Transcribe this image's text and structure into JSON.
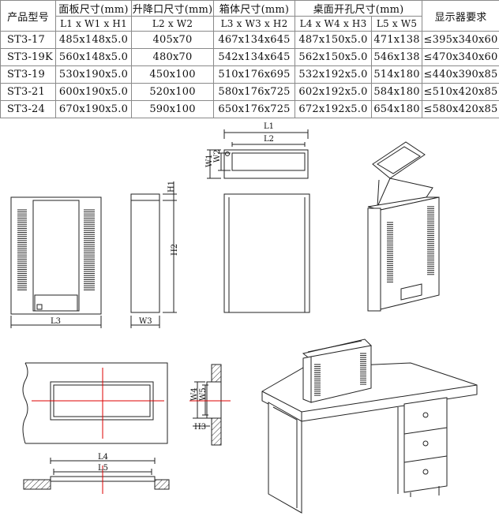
{
  "table": {
    "header_row1": {
      "product_model": "产品型号",
      "panel_size": "面板尺寸(mm)",
      "lift_opening_size": "升降口尺寸(mm)",
      "box_size": "箱体尺寸(mm)",
      "desk_hole_size": "桌面开孔尺寸(mm)",
      "display_requirement": "显示器要求"
    },
    "header_row2": {
      "panel_size": "L1 x W1 x H1",
      "lift_opening_size": "L2 x W2",
      "box_size": "L3 x W3 x H2",
      "desk_hole_size_a": "L4 x W4 x H3",
      "desk_hole_size_b": "L5 x W5"
    },
    "rows": [
      {
        "model": "ST3-17",
        "panel": "485x148x5.0",
        "opening": "405x70",
        "box": "467x134x645",
        "hole_a": "487x150x5.0",
        "hole_b": "471x138",
        "display": "≤395x340x60"
      },
      {
        "model": "ST3-19K",
        "panel": "560x148x5.0",
        "opening": "480x70",
        "box": "542x134x645",
        "hole_a": "562x150x5.0",
        "hole_b": "546x138",
        "display": "≤470x340x60"
      },
      {
        "model": "ST3-19",
        "panel": "530x190x5.0",
        "opening": "450x100",
        "box": "510x176x695",
        "hole_a": "532x192x5.0",
        "hole_b": "514x180",
        "display": "≤440x390x85"
      },
      {
        "model": "ST3-21",
        "panel": "600x190x5.0",
        "opening": "520x100",
        "box": "580x176x725",
        "hole_a": "602x192x5.0",
        "hole_b": "584x180",
        "display": "≤510x420x85"
      },
      {
        "model": "ST3-24",
        "panel": "670x190x5.0",
        "opening": "590x100",
        "box": "650x176x725",
        "hole_a": "672x192x5.0",
        "hole_b": "654x180",
        "display": "≤580x420x85"
      }
    ]
  },
  "labels": {
    "l1": "L1",
    "l2": "L2",
    "l3": "L3",
    "l4": "L4",
    "l5": "L5",
    "w1": "W1",
    "w2": "W2",
    "w3": "W3",
    "w4": "W4",
    "w5": "W5",
    "h1": "H1",
    "h2": "H2",
    "h3": "H3"
  },
  "colors": {
    "line": "#222222",
    "grid": "#8a8a8a",
    "center_line": "#dd0000",
    "hatch": "#333333"
  }
}
